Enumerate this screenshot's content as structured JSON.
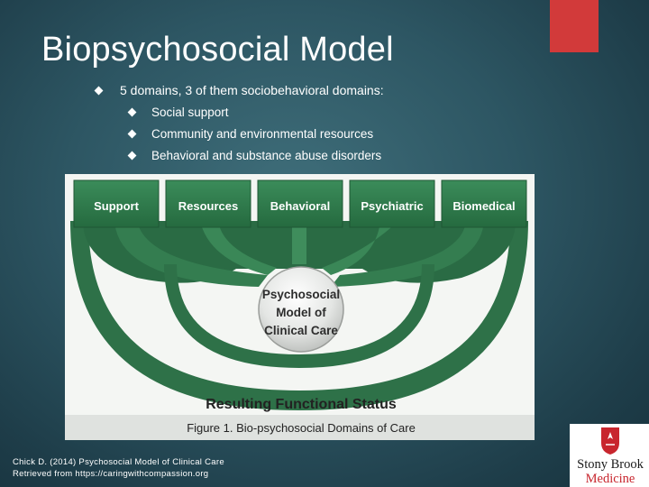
{
  "slide": {
    "title": "Biopsychosocial Model",
    "bullet": "5 domains, 3 of them sociobehavioral domains:",
    "sub_bullets": [
      "Social support",
      "Community and environmental resources",
      "Behavioral and substance abuse disorders"
    ],
    "citation_line1": "Chick D. (2014) Psychosocial Model of Clinical Care",
    "citation_line2": "Retrieved from https://caringwithcompassion.org"
  },
  "figure": {
    "domains": [
      "Support",
      "Resources",
      "Behavioral",
      "Psychiatric",
      "Biomedical"
    ],
    "center_lines": [
      "Psychosocial",
      "Model of",
      "Clinical Care"
    ],
    "result": "Resulting Functional Status",
    "caption": "Figure 1. Bio-psychosocial Domains of Care"
  },
  "logo": {
    "line1": "Stony Brook",
    "line2": "Medicine"
  },
  "colors": {
    "accent_red": "#d23a3a",
    "domain_green": "#2f7a4c",
    "arc_green": "#2e7148"
  }
}
